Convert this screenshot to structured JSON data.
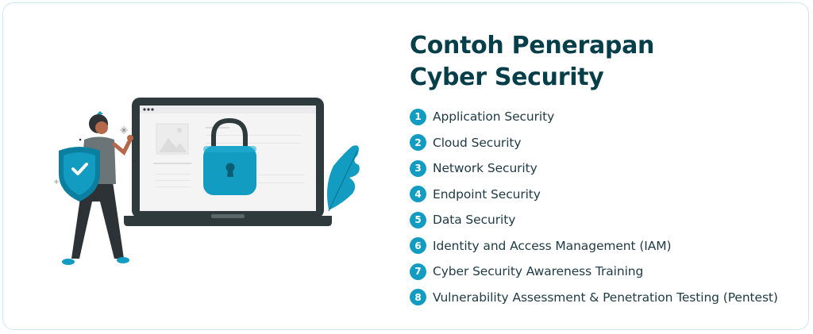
{
  "title": {
    "line1": "Contoh Penerapan",
    "line2": "Cyber Security"
  },
  "list": {
    "items": [
      {
        "number": "1",
        "label": "Application Security"
      },
      {
        "number": "2",
        "label": "Cloud Security"
      },
      {
        "number": "3",
        "label": "Network Security"
      },
      {
        "number": "4",
        "label": "Endpoint Security"
      },
      {
        "number": "5",
        "label": "Data Security"
      },
      {
        "number": "6",
        "label": "Identity and Access Management (IAM)"
      },
      {
        "number": "7",
        "label": "Cyber Security Awareness Training"
      },
      {
        "number": "8",
        "label": "Vulnerability Assessment & Penetration Testing (Pentest)"
      }
    ]
  },
  "illustration": {
    "icons": [
      "person-icon",
      "shield-check-icon",
      "laptop-icon",
      "padlock-icon",
      "image-placeholder-icon",
      "leaf-icon",
      "sparkle-icon"
    ]
  },
  "colors": {
    "accent": "#139cc2",
    "title": "#063e4a",
    "text": "#1f3a44",
    "border": "#cfe6ee",
    "laptop": "#2f3a3d"
  }
}
